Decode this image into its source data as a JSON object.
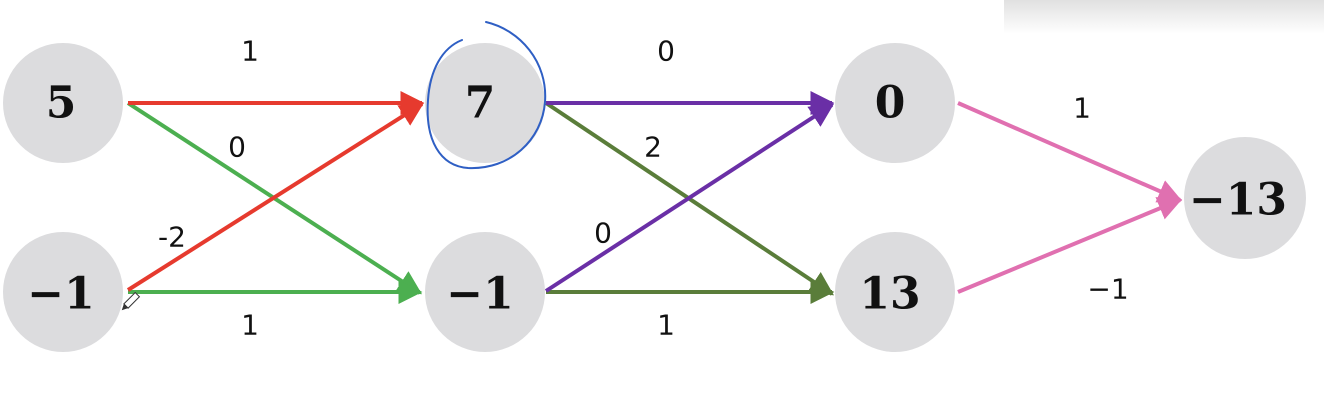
{
  "nodes": {
    "a1": "5",
    "a2": "−1",
    "b1": "7",
    "b2": "−1",
    "c1": "0",
    "c2": "13",
    "out": "−13"
  },
  "weights": {
    "a1_b1": "1",
    "a1_b2": "0",
    "a2_b1": "-2",
    "a2_b2": "1",
    "b1_c1": "0",
    "b1_c2": "2",
    "b2_c1": "0",
    "b2_c2": "1",
    "c1_out": "1",
    "c2_out": "−1"
  },
  "colors": {
    "node_fill": "#dcdcde",
    "edge_red": "#e63a2e",
    "edge_green": "#4caf50",
    "edge_purple": "#6a2fa6",
    "edge_olive": "#5a7d3a",
    "edge_pink": "#e070b0",
    "annotation_blue": "#2f5fc4"
  }
}
